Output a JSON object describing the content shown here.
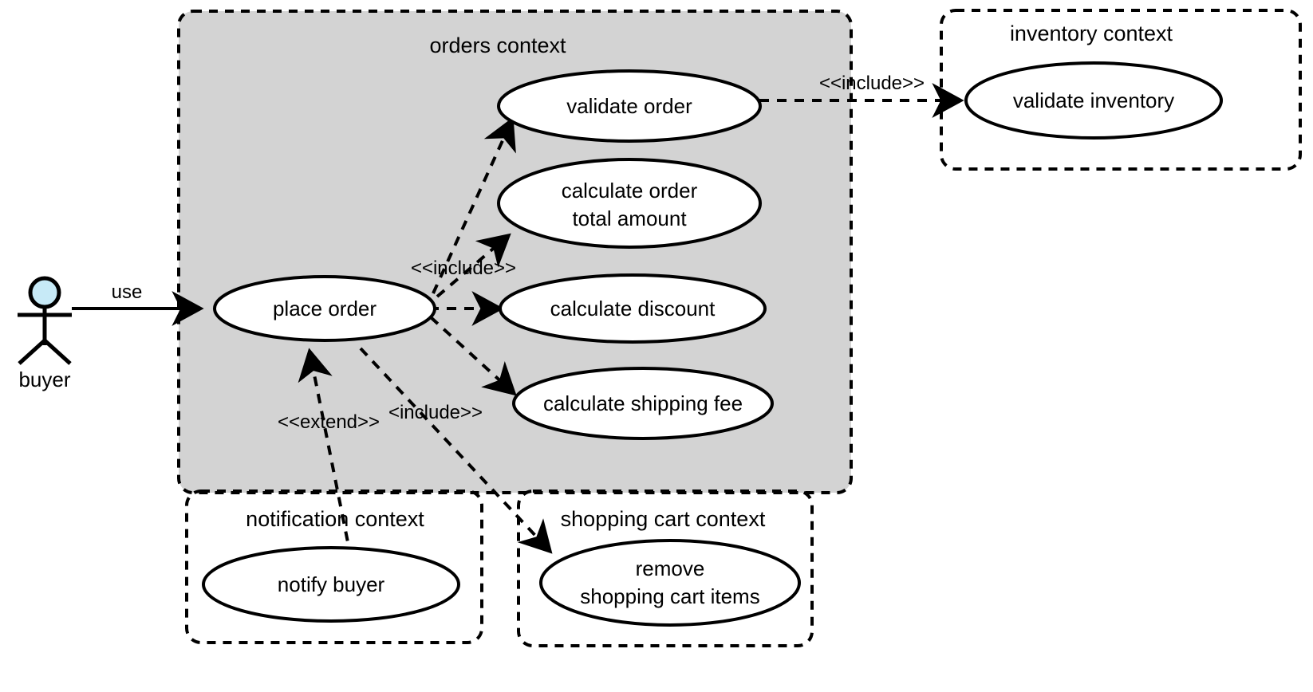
{
  "diagram": {
    "title": "orders context use case diagram",
    "colors": {
      "context_fill": "#d3d3d3",
      "usecase_fill": "#ffffff",
      "actor_head_fill": "#c7eaf7",
      "stroke": "#000000",
      "background": "#ffffff"
    }
  },
  "actors": [
    {
      "id": "buyer",
      "label": "buyer"
    }
  ],
  "contexts": [
    {
      "id": "orders-context",
      "label": "orders context",
      "filled": true,
      "usecases": [
        {
          "id": "place-order",
          "label_lines": [
            "place order"
          ]
        },
        {
          "id": "validate-order",
          "label_lines": [
            "validate order"
          ]
        },
        {
          "id": "calculate-order-total-amount",
          "label_lines": [
            "calculate order",
            "total amount"
          ]
        },
        {
          "id": "calculate-discount",
          "label_lines": [
            "calculate discount"
          ]
        },
        {
          "id": "calculate-shipping-fee",
          "label_lines": [
            "calculate shipping fee"
          ]
        }
      ]
    },
    {
      "id": "inventory-context",
      "label": "inventory context",
      "filled": false,
      "usecases": [
        {
          "id": "validate-inventory",
          "label_lines": [
            "validate inventory"
          ]
        }
      ]
    },
    {
      "id": "notification-context",
      "label": "notification context",
      "filled": false,
      "usecases": [
        {
          "id": "notify-buyer",
          "label_lines": [
            "notify buyer"
          ]
        }
      ]
    },
    {
      "id": "shopping-cart-context",
      "label": "shopping cart context",
      "filled": false,
      "usecases": [
        {
          "id": "remove-shopping-cart-items",
          "label_lines": [
            "remove",
            "shopping cart items"
          ]
        }
      ]
    }
  ],
  "relationships": [
    {
      "id": "buyer-use-place-order",
      "from": "buyer",
      "to": "place-order",
      "label": "use",
      "style": "solid"
    },
    {
      "id": "place-order-include-validate-order",
      "from": "place-order",
      "to": "validate-order",
      "label": "<<include>>",
      "style": "dashed"
    },
    {
      "id": "place-order-include-calculate-order-total-amount",
      "from": "place-order",
      "to": "calculate-order-total-amount",
      "label": "",
      "style": "dashed"
    },
    {
      "id": "place-order-include-calculate-discount",
      "from": "place-order",
      "to": "calculate-discount",
      "label": "",
      "style": "dashed"
    },
    {
      "id": "place-order-include-calculate-shipping-fee",
      "from": "place-order",
      "to": "calculate-shipping-fee",
      "label": "",
      "style": "dashed"
    },
    {
      "id": "validate-order-include-validate-inventory",
      "from": "validate-order",
      "to": "validate-inventory",
      "label": "<<include>>",
      "style": "dashed"
    },
    {
      "id": "notify-buyer-extend-place-order",
      "from": "notify-buyer",
      "to": "place-order",
      "label": "<<extend>>",
      "style": "dashed"
    },
    {
      "id": "place-order-include-remove-shopping-cart-items",
      "from": "place-order",
      "to": "remove-shopping-cart-items",
      "label": "<include>>",
      "style": "dashed"
    }
  ],
  "labels": {
    "orders_context": "orders context",
    "inventory_context": "inventory context",
    "notification_context": "notification context",
    "shopping_cart_context": "shopping cart context",
    "place_order": "place order",
    "validate_order": "validate order",
    "calculate_order_line1": "calculate order",
    "calculate_order_line2": "total amount",
    "calculate_discount": "calculate discount",
    "calculate_shipping_fee": "calculate shipping fee",
    "validate_inventory": "validate inventory",
    "notify_buyer": "notify buyer",
    "remove_line1": "remove",
    "remove_line2": "shopping cart items",
    "buyer": "buyer",
    "use": "use",
    "include_top": "<<include>>",
    "include_mid": "<<include>>",
    "include_bottom": "<include>>",
    "extend": "<<extend>>"
  }
}
